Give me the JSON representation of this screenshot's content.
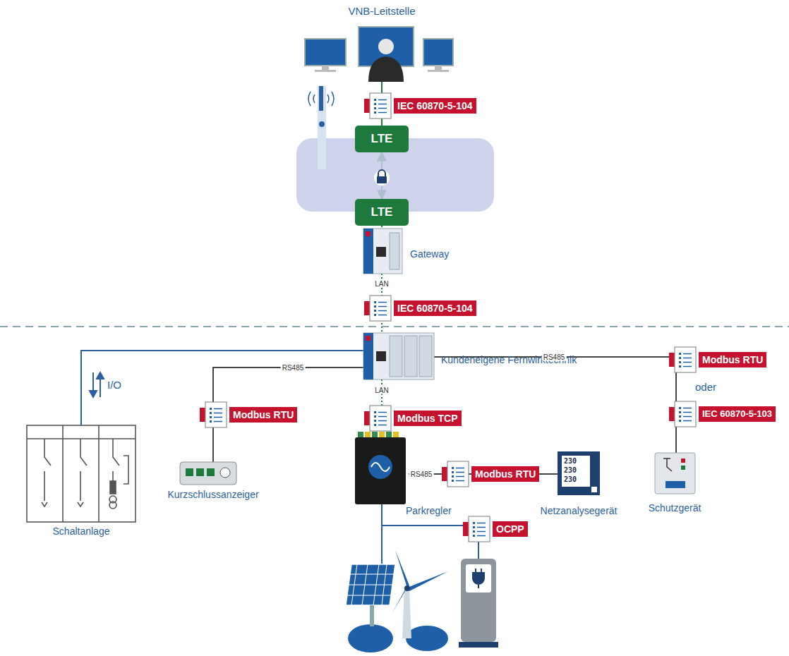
{
  "diagram": {
    "nodes": [
      {
        "text": [
          "VNB-Leitstelle"
        ]
      },
      {
        "text": [
          "LTE"
        ]
      },
      {
        "text": [
          "LTE"
        ]
      },
      {
        "text": [
          "Gateway"
        ]
      },
      {
        "text": [
          "Kundeneigene Fernwirktechnik"
        ]
      },
      {
        "text": [
          "Schaltanlage"
        ]
      },
      {
        "text": [
          "Kurzschlussanzeiger"
        ]
      },
      {
        "text": [
          "Parkregler"
        ]
      },
      {
        "text": [
          "Netzanalysegerät"
        ]
      },
      {
        "text": [
          "Schutzgerät"
        ]
      }
    ],
    "edges": [
      {
        "from": 0,
        "to": 1,
        "label": "IEC 60870-5-104",
        "arrow": "none"
      },
      {
        "from": 1,
        "to": 2,
        "arrow": "both"
      },
      {
        "from": 2,
        "to": 3,
        "arrow": "none"
      },
      {
        "from": 3,
        "to": 4,
        "label": "IEC 60870-5-104",
        "arrow": "none"
      },
      {
        "from": 4,
        "to": 5,
        "label": "I/O",
        "arrow": "none"
      },
      {
        "from": 4,
        "to": 6,
        "label": "Modbus RTU",
        "arrow": "none"
      },
      {
        "from": 4,
        "to": 7,
        "label": "Modbus TCP",
        "arrow": "none"
      },
      {
        "from": 7,
        "to": 8,
        "label": "Modbus RTU",
        "arrow": "none"
      },
      {
        "from": 4,
        "to": 9,
        "label": "Modbus RTU",
        "arrow": "none"
      }
    ],
    "labels": [
      "LAN",
      "RS485",
      "LAN",
      "RS485",
      "RS485",
      "oder",
      "IEC 60870-5-103",
      "230",
      "230",
      "230",
      "OCPP"
    ]
  }
}
